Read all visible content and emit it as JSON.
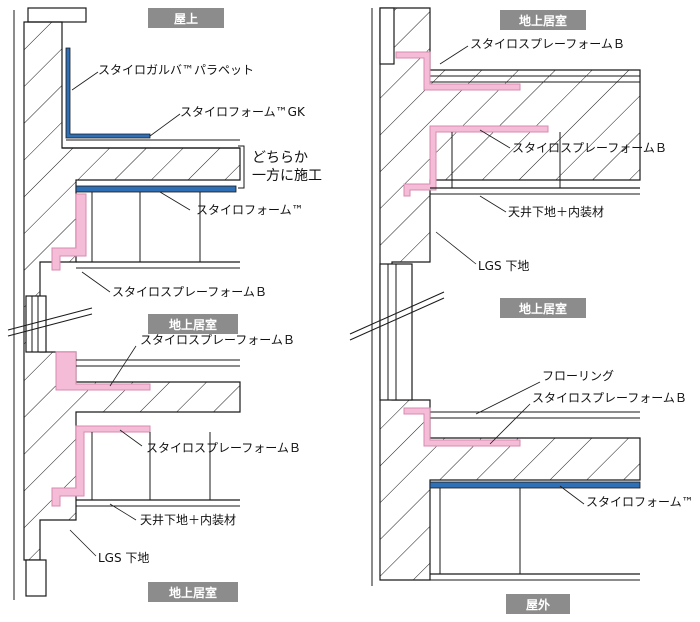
{
  "colors": {
    "blue_foam": "#2f6fb5",
    "pink_spray": "#f4bcd6",
    "pink_edge": "#d98ab0",
    "room_badge": "#8c8c8c",
    "line": "#1a1a1a"
  },
  "left": {
    "room_top": "屋上",
    "room_mid": "地上居室",
    "room_bottom": "地上居室",
    "lbl_parapet": "スタイロガルバ™パラペット",
    "lbl_gk": "スタイロフォーム™GK",
    "lbl_either_1": "どちらか",
    "lbl_either_2": "一方に施工",
    "lbl_foam": "スタイロフォーム™",
    "lbl_spray_1": "スタイロスプレーフォームＢ",
    "lbl_spray_2": "スタイロスプレーフォームＢ",
    "lbl_spray_3": "スタイロスプレーフォームＢ",
    "lbl_ceiling": "天井下地＋内装材",
    "lbl_lgs": "LGS 下地"
  },
  "right": {
    "room_top": "地上居室",
    "room_mid": "地上居室",
    "room_bottom": "屋外",
    "lbl_spray_1": "スタイロスプレーフォームＢ",
    "lbl_spray_2": "スタイロスプレーフォームＢ",
    "lbl_ceiling": "天井下地＋内装材",
    "lbl_lgs": "LGS 下地",
    "lbl_flooring": "フローリング",
    "lbl_spray_3": "スタイロスプレーフォームＢ",
    "lbl_foam": "スタイロフォーム™"
  }
}
